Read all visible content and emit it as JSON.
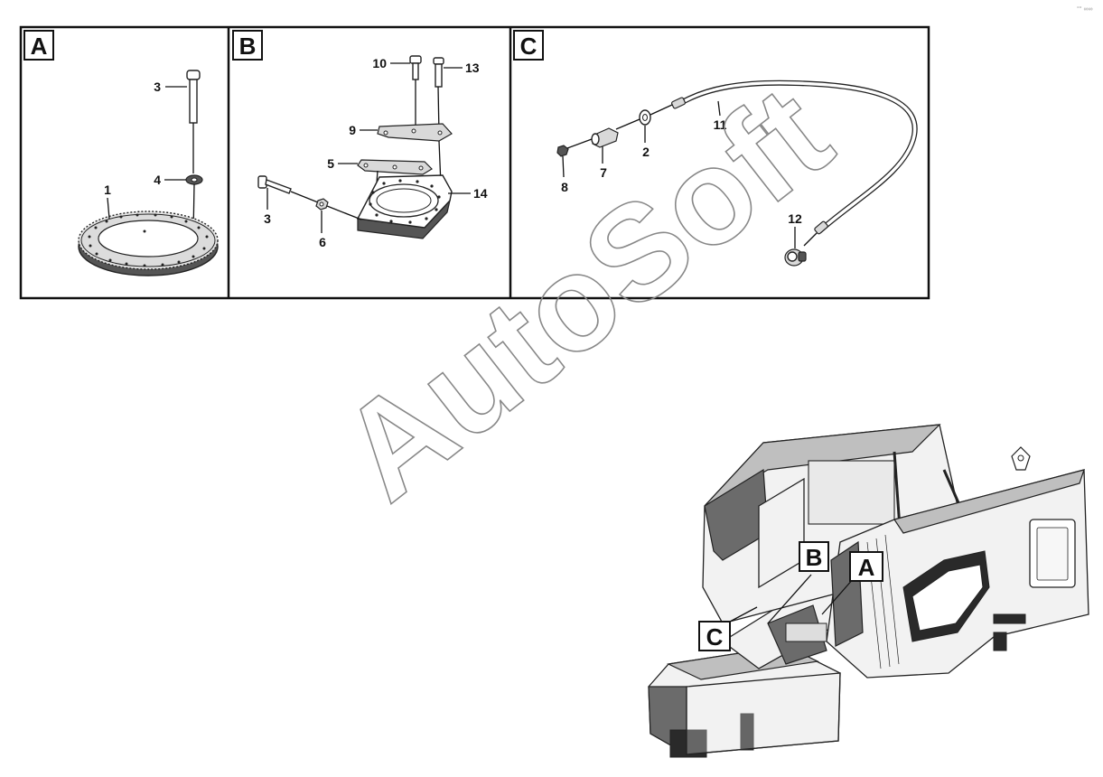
{
  "panels": [
    {
      "letter": "A",
      "callouts": [
        "3",
        "4",
        "1"
      ]
    },
    {
      "letter": "B",
      "callouts": [
        "10",
        "13",
        "9",
        "5",
        "14",
        "3",
        "6"
      ]
    },
    {
      "letter": "C",
      "callouts": [
        "11",
        "2",
        "7",
        "8",
        "12"
      ]
    }
  ],
  "machine_labels": [
    "B",
    "A",
    "C"
  ],
  "watermark": "AutoSoft",
  "corner_mark": "°° ∞∞"
}
